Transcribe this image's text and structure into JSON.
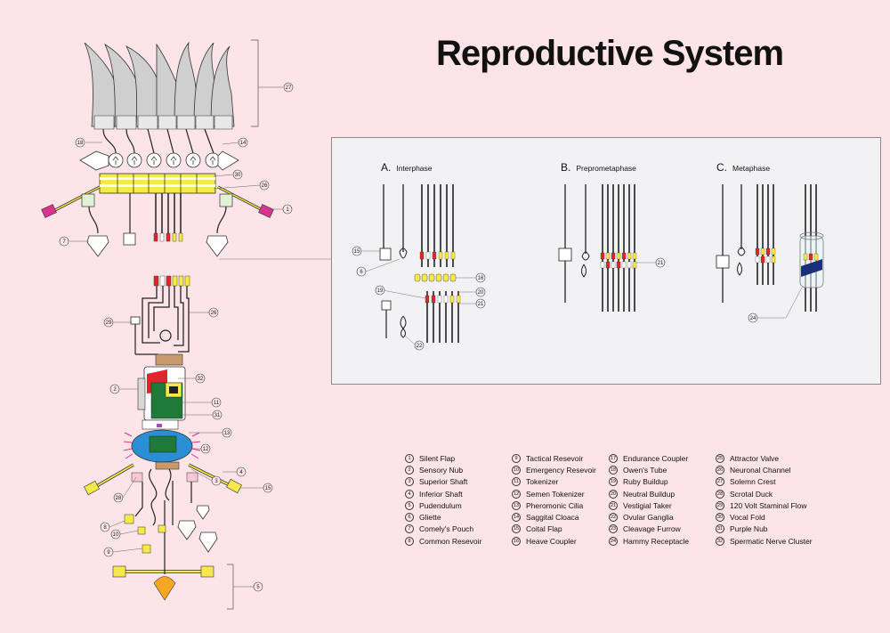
{
  "title": "Reproductive System",
  "stages": [
    {
      "letter": "A.",
      "name": "Interphase"
    },
    {
      "letter": "B.",
      "name": "Preprometaphase"
    },
    {
      "letter": "C.",
      "name": "Metaphase"
    }
  ],
  "legend": [
    {
      "n": "1",
      "label": "Silent Flap"
    },
    {
      "n": "2",
      "label": "Sensory Nub"
    },
    {
      "n": "3",
      "label": "Superior Shaft"
    },
    {
      "n": "4",
      "label": "Inferior Shaft"
    },
    {
      "n": "5",
      "label": "Pudendulum"
    },
    {
      "n": "6",
      "label": "Gliette"
    },
    {
      "n": "7",
      "label": "Comely's Pouch"
    },
    {
      "n": "8",
      "label": "Common Resevoir"
    },
    {
      "n": "9",
      "label": "Tactical Resevoir"
    },
    {
      "n": "10",
      "label": "Emergency Resevoir"
    },
    {
      "n": "11",
      "label": "Tokenizer"
    },
    {
      "n": "12",
      "label": "Semen Tokenizer"
    },
    {
      "n": "13",
      "label": "Pheromonic Cilia"
    },
    {
      "n": "14",
      "label": "Saggital Cloaca"
    },
    {
      "n": "15",
      "label": "Coital Flap"
    },
    {
      "n": "16",
      "label": "Heave Coupler"
    },
    {
      "n": "17",
      "label": "Endurance Coupler"
    },
    {
      "n": "18",
      "label": "Owen's Tube"
    },
    {
      "n": "19",
      "label": "Ruby Buildup"
    },
    {
      "n": "20",
      "label": "Neutral Buildup"
    },
    {
      "n": "21",
      "label": "Vestigial Taker"
    },
    {
      "n": "22",
      "label": "Ovular Ganglia"
    },
    {
      "n": "23",
      "label": "Cleavage Furrow"
    },
    {
      "n": "24",
      "label": "Hammy Receptacle"
    },
    {
      "n": "25",
      "label": "Attractor Valve"
    },
    {
      "n": "26",
      "label": "Neuronal Channel"
    },
    {
      "n": "27",
      "label": "Solemn Crest"
    },
    {
      "n": "28",
      "label": "Scrotal Duck"
    },
    {
      "n": "29",
      "label": "120 Volt Staminal Flow"
    },
    {
      "n": "30",
      "label": "Vocal Fold"
    },
    {
      "n": "31",
      "label": "Purple Nub"
    },
    {
      "n": "32",
      "label": "Spermatic Nerve Cluster"
    }
  ],
  "callouts": {
    "c27": "27",
    "c18": "18",
    "c14": "14",
    "c30": "30",
    "c26a": "26",
    "c1": "1",
    "c7": "7",
    "c26b": "26",
    "c29": "29",
    "c32": "32",
    "c2": "2",
    "c11": "11",
    "c31": "31",
    "c13": "13",
    "c12": "12",
    "c4": "4",
    "c3": "3",
    "c15": "15",
    "c28": "28",
    "c8": "8",
    "c10": "10",
    "c9": "9",
    "c5": "5",
    "p15": "15",
    "p6": "6",
    "p16": "16",
    "p19": "19",
    "p20": "20",
    "p21a": "21",
    "p22": "22",
    "p21b": "21",
    "p24": "24"
  },
  "colors": {
    "background": "#fde4e8",
    "yellow": "#f7e94a",
    "red": "#e0262c",
    "pink": "#d9338e",
    "green": "#1f7a3a",
    "blue": "#2b8fd6",
    "navy": "#1c2f7a",
    "grey": "#c8c8c8"
  }
}
